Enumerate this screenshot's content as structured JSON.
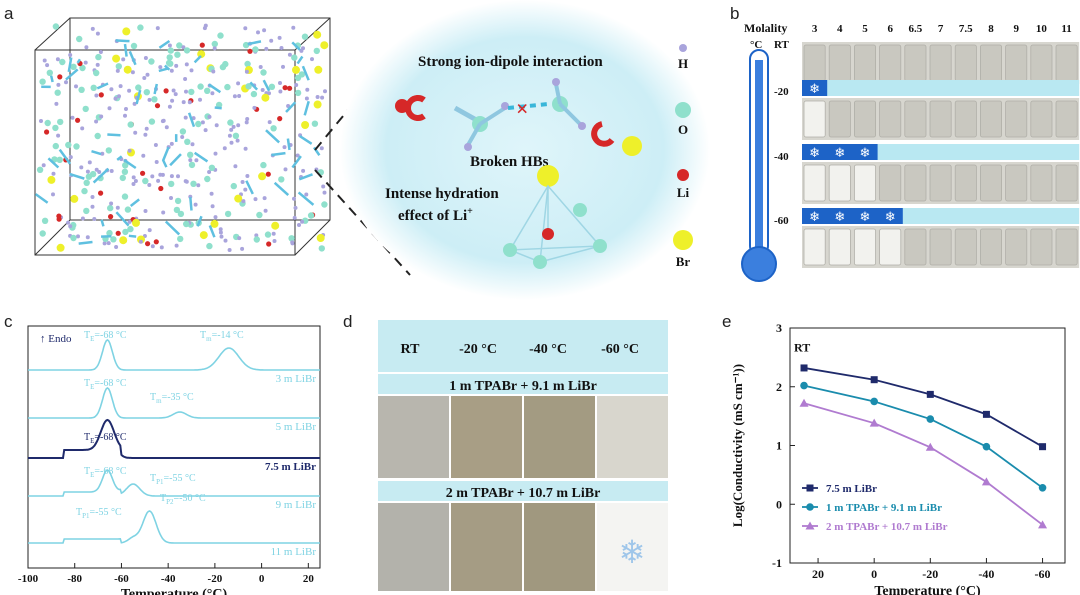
{
  "panel_labels": {
    "a": "a",
    "b": "b",
    "c": "c",
    "d": "d",
    "e": "e"
  },
  "panel_a": {
    "title": "Strong ion-dipole interaction",
    "broken": "Broken HBs",
    "hydration_line1": "Intense hydration",
    "hydration_line2": "effect of Li",
    "hydration_sup": "+",
    "legend": [
      {
        "label": "H",
        "color": "#a9a4dc"
      },
      {
        "label": "O",
        "color": "#8fe0cc"
      },
      {
        "label": "Li",
        "color": "#d62828"
      },
      {
        "label": "Br",
        "color": "#eef02a"
      }
    ]
  },
  "panel_b": {
    "molality_label": "Molality",
    "molalities": [
      "3",
      "4",
      "5",
      "6",
      "6.5",
      "7",
      "7.5",
      "8",
      "9",
      "10",
      "11"
    ],
    "unit_label": "°C",
    "rows": [
      {
        "temp": "RT",
        "frozen": 0
      },
      {
        "temp": "-20",
        "frozen": 1
      },
      {
        "temp": "-40",
        "frozen": 3
      },
      {
        "temp": "-60",
        "frozen": 4
      }
    ]
  },
  "panel_c": {
    "xlabel": "Temperature (°C)",
    "endo": "Endo",
    "xticks": [
      "-100",
      "-80",
      "-60",
      "-40",
      "-20",
      "0",
      "20"
    ],
    "traces": [
      {
        "label": "3 m LiBr",
        "color": "#7fd3e3",
        "annotations": [
          {
            "main": "T",
            "sub": "E",
            "rest": "=-68 °C"
          },
          {
            "main": "T",
            "sub": "m",
            "rest": "=-14 °C"
          }
        ]
      },
      {
        "label": "5 m LiBr",
        "color": "#7fd3e3",
        "annotations": [
          {
            "main": "T",
            "sub": "E",
            "rest": "=-68 °C"
          },
          {
            "main": "T",
            "sub": "m",
            "rest": "=-35 °C"
          }
        ]
      },
      {
        "label": "7.5 m LiBr",
        "color": "#1f2a6b",
        "annotations": [
          {
            "main": "T",
            "sub": "E",
            "rest": "=-68 °C"
          }
        ]
      },
      {
        "label": "9 m LiBr",
        "color": "#7fd3e3",
        "annotations": [
          {
            "main": "T",
            "sub": "E",
            "rest": "=-68 °C"
          },
          {
            "main": "T",
            "sub": "P1",
            "rest": "=-55 °C"
          }
        ]
      },
      {
        "label": "11 m LiBr",
        "color": "#7fd3e3",
        "annotations": [
          {
            "main": "T",
            "sub": "P1",
            "rest": "=-55 °C"
          },
          {
            "main": "T",
            "sub": "P2",
            "rest": "=-50 °C"
          }
        ]
      }
    ]
  },
  "panel_d": {
    "headers": [
      "RT",
      "-20 °C",
      "-40 °C",
      "-60 °C"
    ],
    "row1": "1 m TPABr + 9.1 m LiBr",
    "row2": "2 m TPABr + 10.7 m LiBr"
  },
  "chart_data": {
    "type": "line",
    "annotation": "RT",
    "xlabel": "Temperature (°C)",
    "ylabel": "Log(Conductivity (mS cm⁻¹))",
    "x": [
      25,
      0,
      -20,
      -40,
      -60
    ],
    "xticks": [
      20,
      0,
      -20,
      -40,
      -60
    ],
    "yticks": [
      -1,
      0,
      1,
      2,
      3
    ],
    "xlim": [
      30,
      -68
    ],
    "ylim": [
      -1,
      3
    ],
    "legend_position": "bottom-left",
    "series": [
      {
        "name": "7.5 m LiBr",
        "color": "#1f2a6b",
        "marker": "square",
        "values": [
          2.32,
          2.12,
          1.87,
          1.53,
          0.98
        ]
      },
      {
        "name": "1 m TPABr + 9.1 m LiBr",
        "color": "#1a8cad",
        "marker": "circle",
        "values": [
          2.02,
          1.75,
          1.45,
          0.98,
          0.28
        ]
      },
      {
        "name": "2 m TPABr + 10.7 m LiBr",
        "color": "#b07bd0",
        "marker": "triangle",
        "values": [
          1.72,
          1.38,
          0.97,
          0.38,
          -0.35
        ]
      }
    ]
  }
}
